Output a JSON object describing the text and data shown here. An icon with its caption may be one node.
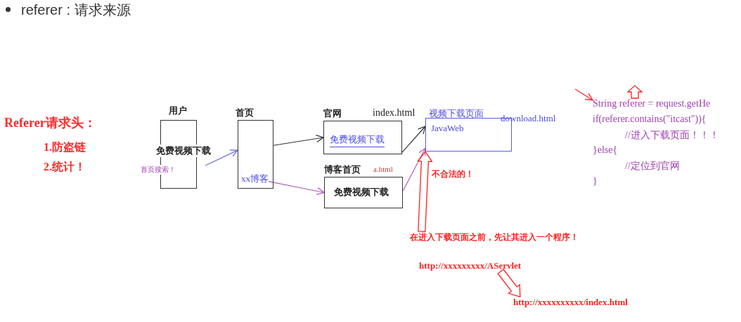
{
  "diagram": {
    "title": "referer : 请求来源",
    "nodes": [
      {
        "text": [
          "用户",
          "免费视频下载",
          "首页搜索！"
        ]
      },
      {
        "text": [
          "首页"
        ]
      },
      {
        "text": [
          "xx博客"
        ],
        "in": 1
      },
      {
        "text": [
          "官网",
          "免费视频下载"
        ],
        "beside": [
          "index.html"
        ]
      },
      {
        "text": [
          "博客首页",
          "免费视频下载"
        ],
        "beside": [
          "a.html"
        ]
      },
      {
        "text": [
          "视频下载页面",
          "JavaWeb"
        ],
        "beside": [
          "download.html"
        ]
      },
      {
        "text": [
          "在进入下载页面之前，先让其进入一个程序！"
        ]
      },
      {
        "text": [
          "String referer = request.getHe",
          "if(referer.contains(\"itcast\")){",
          "//进入下载页面！！！",
          "}else{",
          "//定位到官网",
          "}"
        ]
      },
      {
        "text": [
          "http://xxxxxxxxx/AServlet"
        ]
      },
      {
        "text": [
          "http://xxxxxxxxxx/index.html"
        ]
      }
    ],
    "edges": [
      {
        "from": 0,
        "to": 1,
        "arrow": "to",
        "color": "#6a6ae8"
      },
      {
        "from": 1,
        "to": 3,
        "arrow": "to",
        "color": "#333333"
      },
      {
        "from": 2,
        "to": 4,
        "arrow": "to",
        "color": "#b060c0"
      },
      {
        "from": 3,
        "to": 5,
        "arrow": "to",
        "color": "#333333"
      },
      {
        "from": 4,
        "to": 5,
        "arrow": "to",
        "color": "#b060c0"
      },
      {
        "from": 6,
        "to": 5,
        "arrow": "to",
        "style": "thick",
        "color": "#ff2020"
      },
      {
        "from": null,
        "to": 7,
        "arrow": "to",
        "color": "#ff2020"
      },
      {
        "from": 7,
        "to": null,
        "arrow": "to",
        "style": "thick",
        "color": "#ff2020"
      },
      {
        "from": 8,
        "to": 9,
        "arrow": "to",
        "style": "thick",
        "color": "#ff2020"
      }
    ],
    "labels": [
      "Referer请求头：",
      "1.防盗链",
      "2.统计！",
      "不合法的！"
    ]
  }
}
